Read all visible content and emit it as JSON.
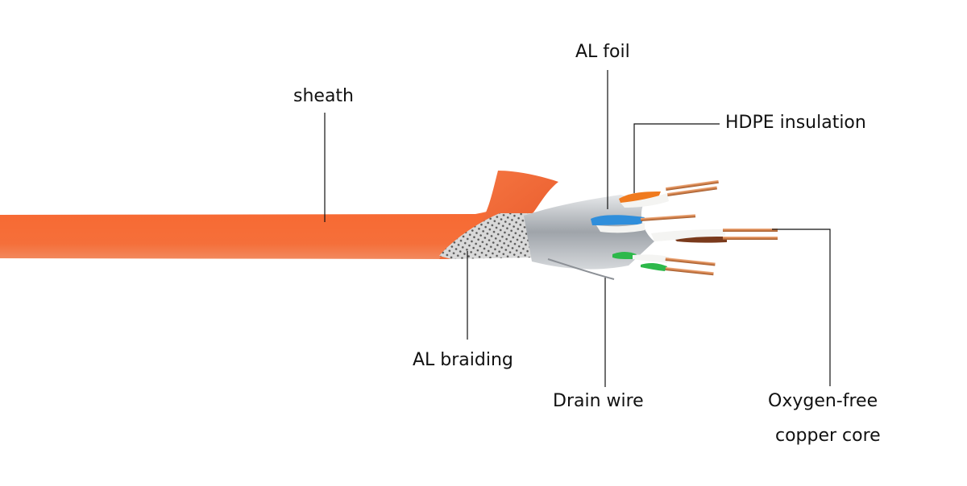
{
  "title": "Shielded twisted-pair cable cross-section diagram",
  "colors": {
    "sheath": "#F76A33",
    "sheath_dark": "#E2572A",
    "braid": "#BFBFBF",
    "foil": "#A9AEB4",
    "copper": "#D2804A",
    "insulation_white": "#F4F4F2",
    "pair_orange": "#F07A1E",
    "pair_blue": "#2F8EDB",
    "pair_brown": "#7A3A1C",
    "pair_green": "#2DB84A",
    "leader_line": "#111111"
  },
  "labels": {
    "sheath": "sheath",
    "al_foil": "AL foil",
    "hdpe_insulation": "HDPE insulation",
    "al_braiding": "AL braiding",
    "drain_wire": "Drain wire",
    "oxygen_free_line1": "Oxygen-free",
    "oxygen_free_line2": "copper core"
  },
  "components": [
    {
      "id": "sheath",
      "label_key": "sheath"
    },
    {
      "id": "al-foil",
      "label_key": "al_foil"
    },
    {
      "id": "hdpe-insulation",
      "label_key": "hdpe_insulation"
    },
    {
      "id": "al-braiding",
      "label_key": "al_braiding"
    },
    {
      "id": "drain-wire",
      "label_key": "drain_wire"
    },
    {
      "id": "copper-core",
      "label_key": "oxygen_free_line1"
    }
  ],
  "pairs": [
    "orange",
    "blue",
    "brown",
    "green"
  ]
}
